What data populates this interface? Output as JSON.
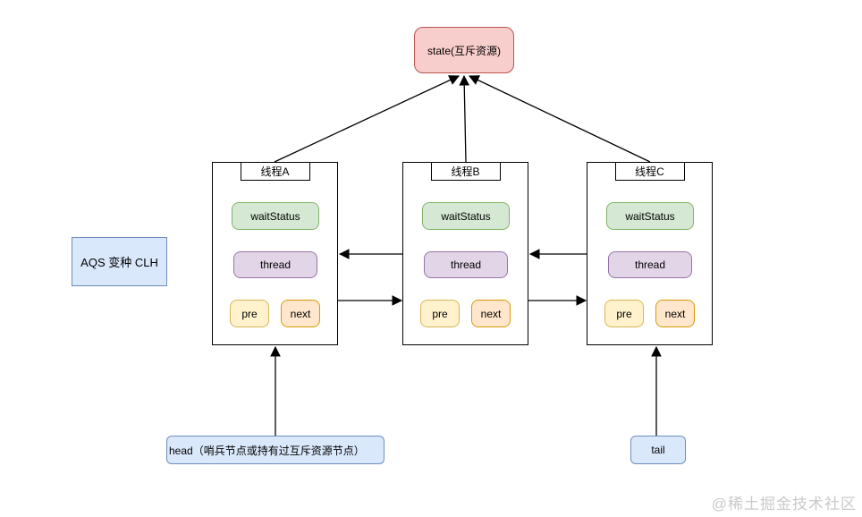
{
  "page": {
    "watermark": "@稀土掘金技术社区"
  },
  "diagram": {
    "state_box": {
      "label": "state(互斥资源)"
    },
    "side_label": {
      "label": "AQS 变种 CLH"
    },
    "head_box": {
      "label": "head（哨兵节点或持有过互斥资源节点）"
    },
    "tail_box": {
      "label": "tail"
    },
    "nodes": [
      {
        "title": "线程A",
        "wait_status": "waitStatus",
        "thread": "thread",
        "pre": "pre",
        "next": "next"
      },
      {
        "title": "线程B",
        "wait_status": "waitStatus",
        "thread": "thread",
        "pre": "pre",
        "next": "next"
      },
      {
        "title": "线程C",
        "wait_status": "waitStatus",
        "thread": "thread",
        "pre": "pre",
        "next": "next"
      }
    ],
    "edges": [
      {
        "from": "线程A",
        "to": "state(互斥资源)"
      },
      {
        "from": "线程B",
        "to": "state(互斥资源)"
      },
      {
        "from": "线程C",
        "to": "state(互斥资源)"
      },
      {
        "from": "线程B.pre",
        "to": "线程A"
      },
      {
        "from": "线程A.next",
        "to": "线程B"
      },
      {
        "from": "线程C.pre",
        "to": "线程B"
      },
      {
        "from": "线程B.next",
        "to": "线程C"
      },
      {
        "from": "head",
        "to": "线程A"
      },
      {
        "from": "tail",
        "to": "线程C"
      }
    ]
  },
  "colors": {
    "state_fill": "#f8cecc",
    "state_stroke": "#b85450",
    "green_fill": "#d5e8d4",
    "green_stroke": "#82b366",
    "purple_fill": "#e1d5e7",
    "purple_stroke": "#9673a6",
    "yellow_fill": "#fff2cc",
    "yellow_stroke": "#d6b656",
    "orange_fill": "#ffe6cc",
    "orange_stroke": "#d79b00",
    "blue_fill": "#dae8fc",
    "blue_stroke": "#6c8ebf",
    "line_color": "#000000",
    "watermark_color": "#c9c9c9"
  }
}
